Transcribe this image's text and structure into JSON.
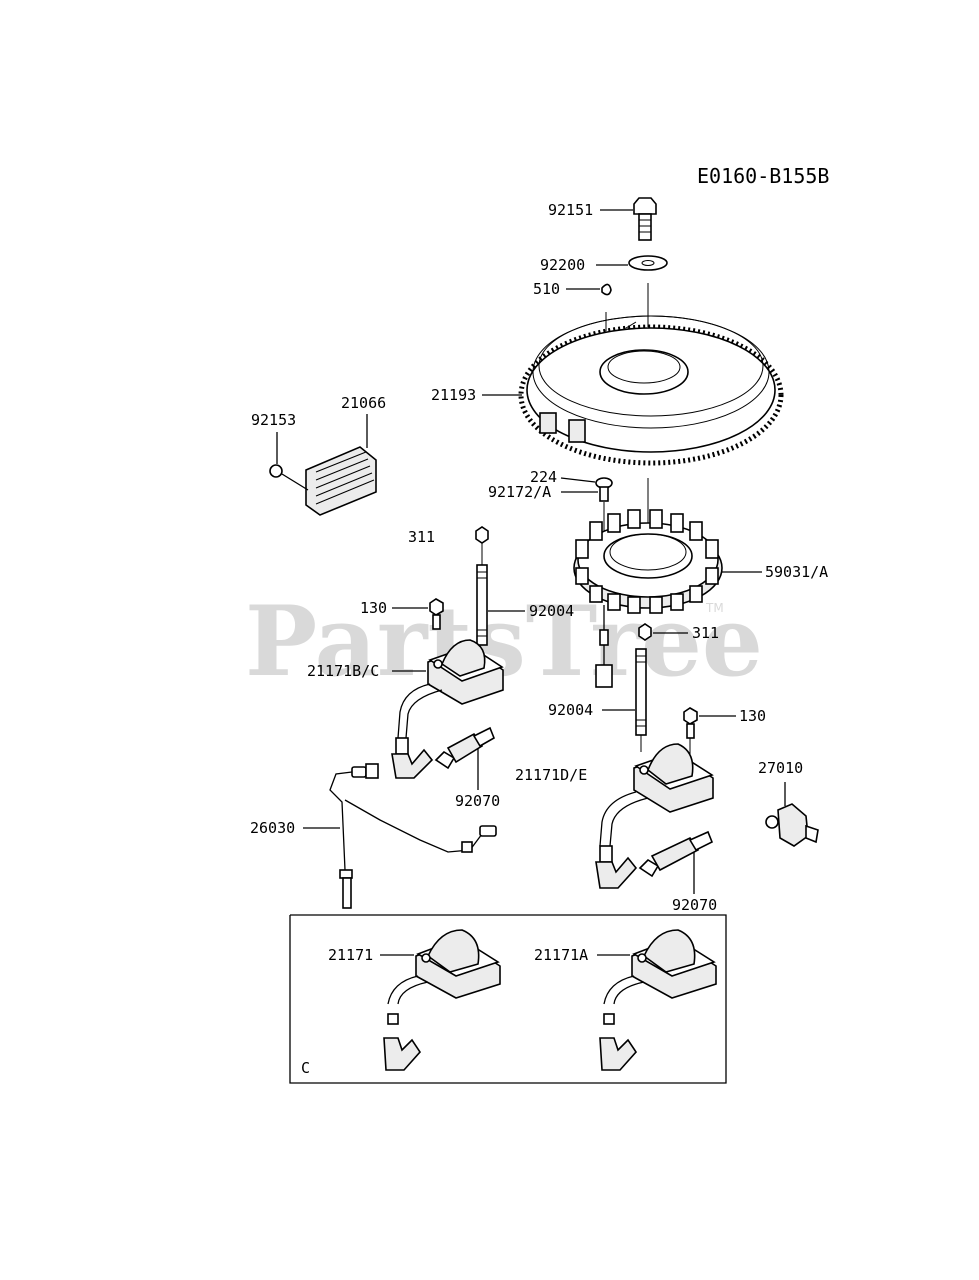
{
  "diagram_code": "E0160-B155B",
  "watermark": {
    "text": "PartsTree",
    "trademark": "TM"
  },
  "labels": {
    "p92151": "92151",
    "p92200": "92200",
    "p510": "510",
    "p21193": "21193",
    "p92153": "92153",
    "p21066": "21066",
    "p224": "224",
    "p92172a": "92172/A",
    "p311_top": "311",
    "p59031a": "59031/A",
    "p130_left": "130",
    "p92004_left": "92004",
    "p311_right": "311",
    "p21171bc": "21171B/C",
    "p92004_right": "92004",
    "p130_right": "130",
    "p27010": "27010",
    "p21171de": "21171D/E",
    "p92070_left": "92070",
    "p26030": "26030",
    "p92070_right": "92070",
    "p21171": "21171",
    "p21171a": "21171A",
    "inset_c": "C"
  }
}
